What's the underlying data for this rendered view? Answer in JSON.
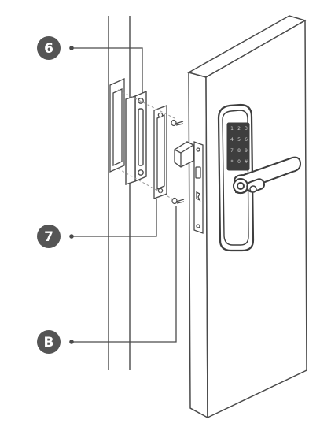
{
  "callouts": [
    {
      "id": "callout-6",
      "label": "6"
    },
    {
      "id": "callout-7",
      "label": "7"
    },
    {
      "id": "callout-8",
      "label": "B"
    }
  ],
  "keypad": {
    "keys": [
      "1",
      "2",
      "3",
      "4",
      "5",
      "6",
      "7",
      "8",
      "9",
      "*",
      "0",
      "#"
    ]
  },
  "colors": {
    "line": "#4a4a4a",
    "callout_fill": "#555555",
    "lock_body": "#3e3e3e",
    "background": "#ffffff"
  }
}
